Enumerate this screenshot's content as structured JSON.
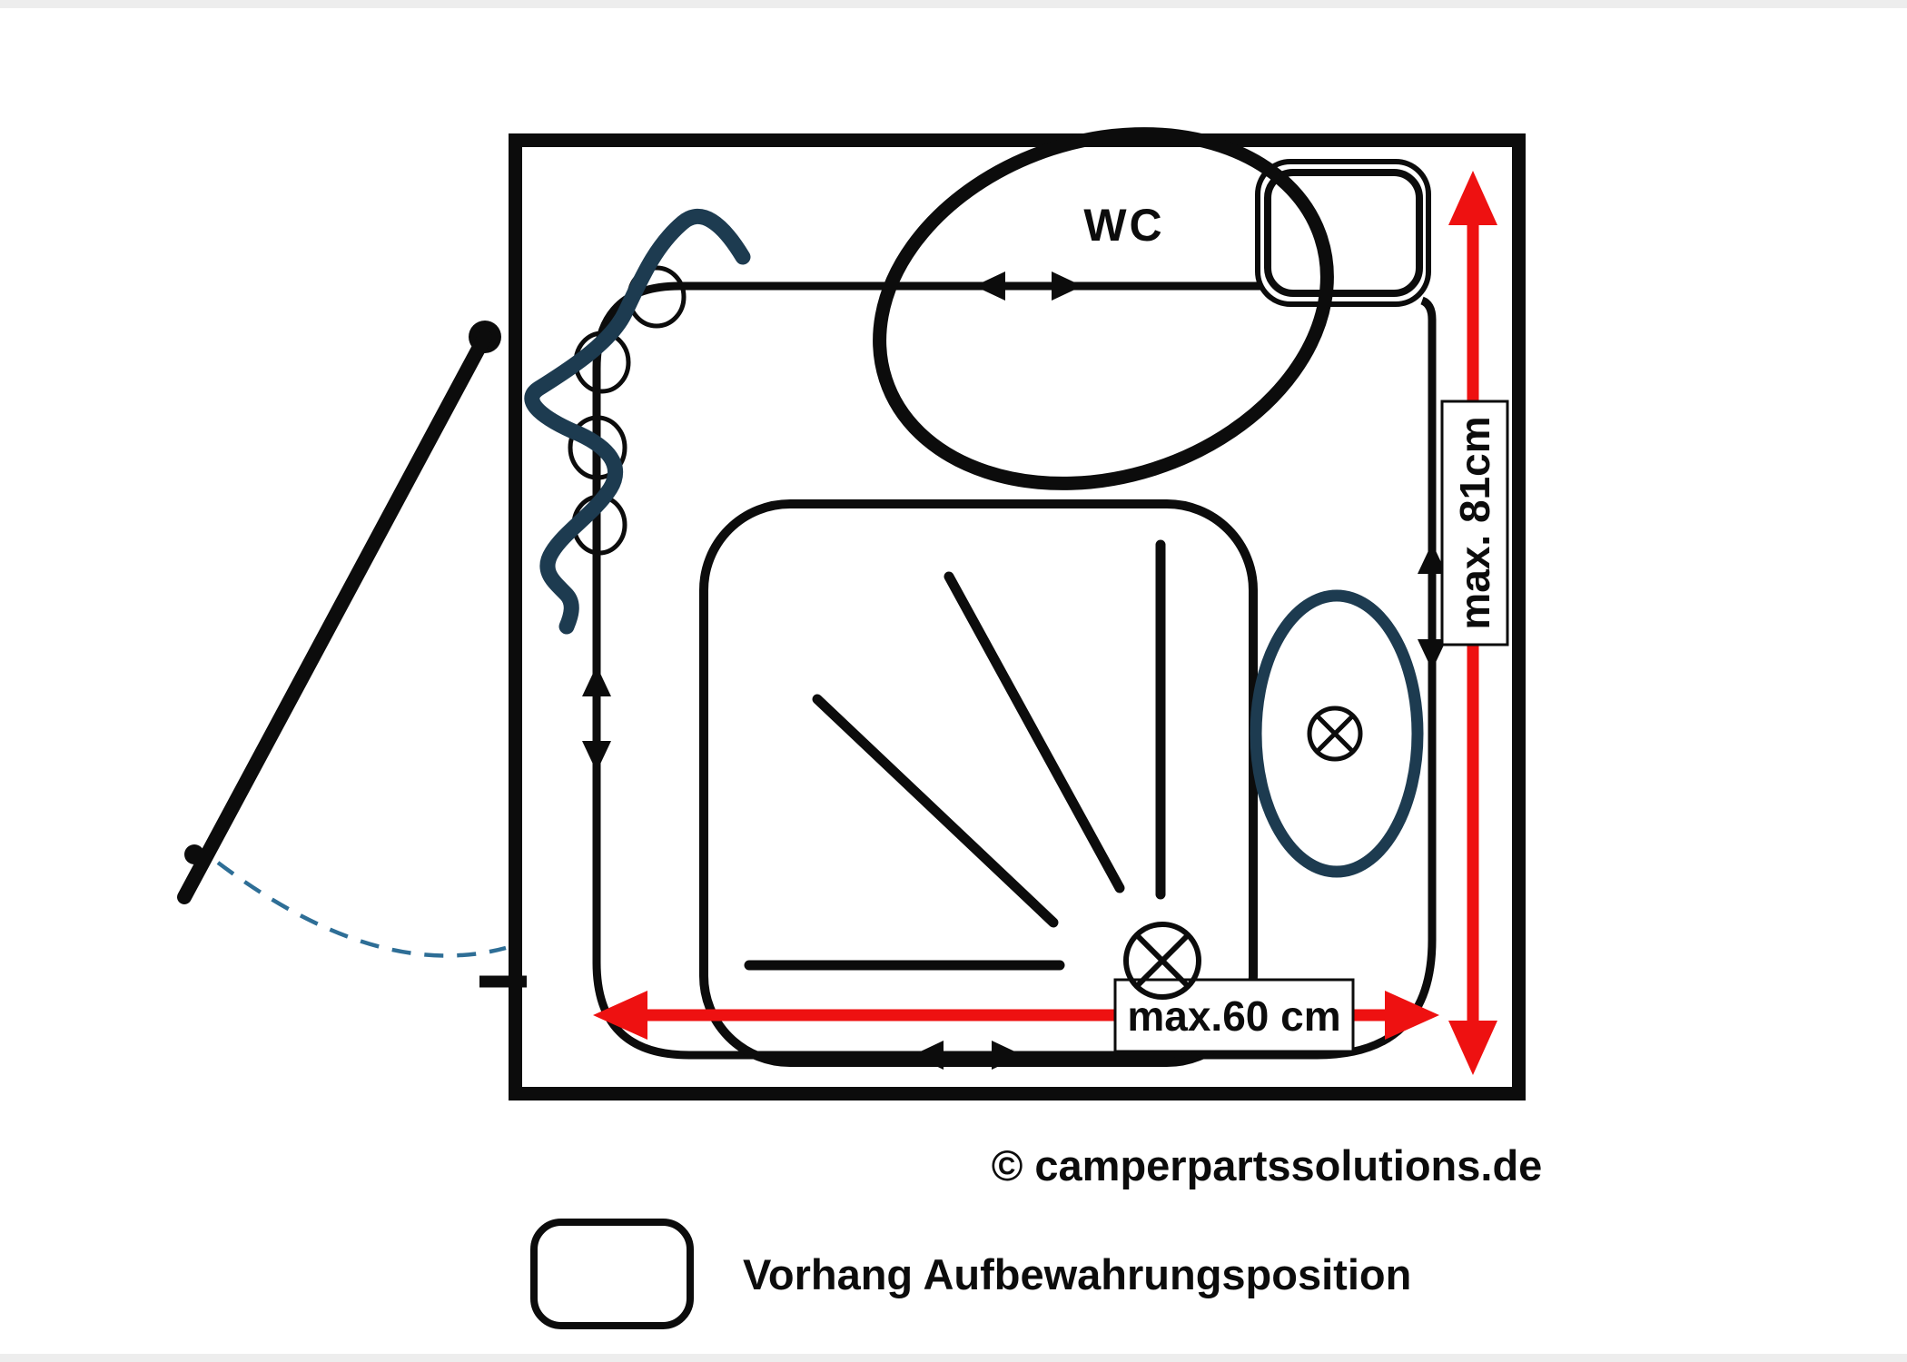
{
  "labels": {
    "wc": "WC",
    "dim_height": "max. 81cm",
    "dim_width": "max.60 cm",
    "copyright": "© camperpartssolutions.de",
    "legend": "Vorhang Aufbewahrungsposition"
  },
  "colors": {
    "line": "#0c0c0c",
    "red": "#ee1111",
    "navy": "#1d3b50",
    "arc": "#2e6e96"
  }
}
